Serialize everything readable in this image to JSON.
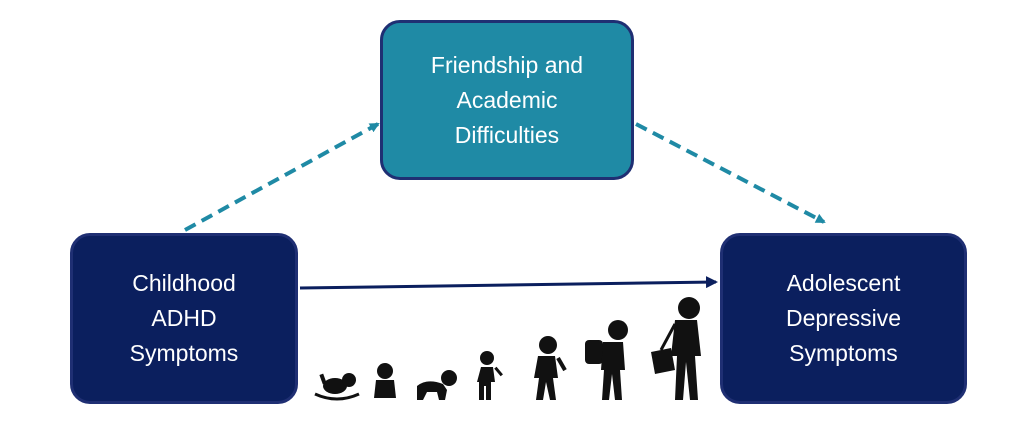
{
  "diagram": {
    "nodes": {
      "mediator": {
        "lines": [
          "Friendship and",
          "Academic",
          "Difficulties"
        ],
        "fill": "#1f8aa5"
      },
      "predictor": {
        "lines": [
          "Childhood",
          "ADHD",
          "Symptoms"
        ],
        "fill": "#0b1f5e"
      },
      "outcome": {
        "lines": [
          "Adolescent",
          "Depressive",
          "Symptoms"
        ],
        "fill": "#0b1f5e"
      }
    },
    "edges": [
      {
        "from": "predictor",
        "to": "mediator",
        "style": "dashed",
        "color": "#1f8aa5"
      },
      {
        "from": "mediator",
        "to": "outcome",
        "style": "dashed",
        "color": "#1f8aa5"
      },
      {
        "from": "predictor",
        "to": "outcome",
        "style": "solid",
        "color": "#0b1f5e"
      }
    ],
    "illustration": {
      "icon": "child-growth-silhouettes-icon",
      "stages": [
        "infant-lying",
        "baby-sitting",
        "baby-crawling",
        "toddler-standing",
        "child-walking",
        "child-with-backpack",
        "teen-with-bag"
      ]
    }
  }
}
